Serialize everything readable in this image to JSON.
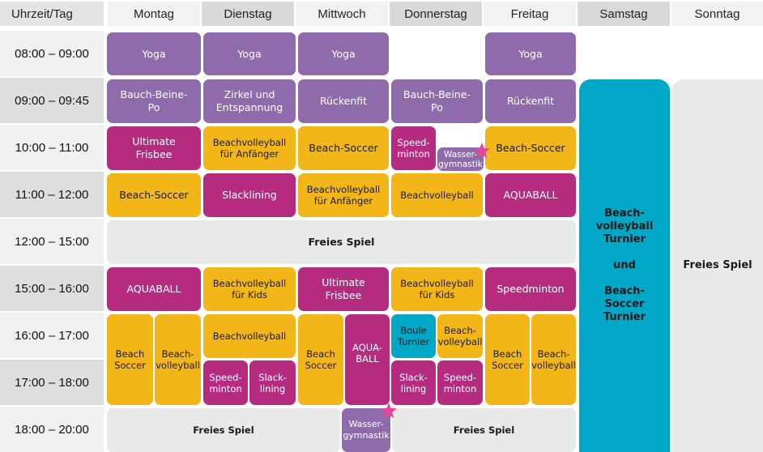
{
  "header": {
    "corner": "Uhrzeit/Tag",
    "days": [
      "Montag",
      "Dienstag",
      "Mittwoch",
      "Donnerstag",
      "Freitag",
      "Samstag",
      "Sonntag"
    ]
  },
  "times": [
    "08:00 – 09:00",
    "09:00 – 09:45",
    "10:00 – 11:00",
    "11:00 – 12:00",
    "12:00 – 15:00",
    "15:00 – 16:00",
    "16:00 – 17:00",
    "17:00 – 18:00",
    "18:00 – 20:00"
  ],
  "activities": {
    "yoga": "Yoga",
    "bauch_beine_po": "Bauch-Beine-\nPo",
    "zirkel": "Zirkel und\nEntspannung",
    "rueckenfit": "Rückenfit",
    "ultimate_frisbee": "Ultimate\nFrisbee",
    "beachvolleyball_anfaenger": "Beachvolleyball\nfür Anfänger",
    "beach_soccer": "Beach-Soccer",
    "speedminton_split": "Speed-\nminton",
    "wassergymnastik": "Wasser-\ngymnastik",
    "slacklining": "Slacklining",
    "beachvolleyball": "Beachvolleyball",
    "aquaball": "AQUABALL",
    "freies_spiel": "Freies Spiel",
    "beachvolleyball_kids": "Beachvolleyball\nfür Kids",
    "speedminton": "Speedminton",
    "beach_soccer_two": "Beach\nSoccer",
    "beach_volleyball_split": "Beach-\nvolleyball",
    "aqua_ball_split": "AQUA-\nBALL",
    "boule_turnier": "Boule\nTurnier",
    "slack_lining_split": "Slack-\nlining",
    "speed_minton_split": "Speed-\nminton",
    "samstag_turnier": "Beach-\nvolleyball\nTurnier\n\nund\n\nBeach-\nSoccer\nTurnier"
  },
  "colors": {
    "purple": "#8f6bab",
    "magenta": "#b52b80",
    "yellow": "#f3b619",
    "gray": "#e9e9e9",
    "cyan": "#00a7c6",
    "star": "#e8459a"
  }
}
